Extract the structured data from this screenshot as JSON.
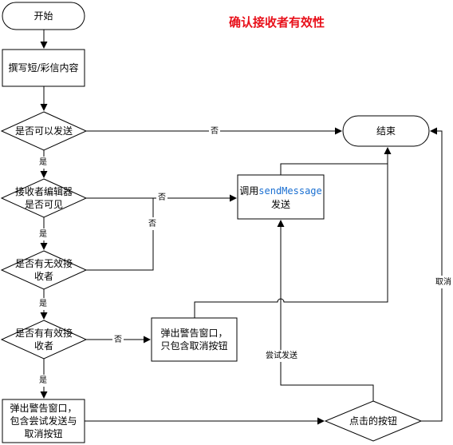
{
  "title": "确认接收者有效性",
  "nodes": {
    "start": "开始",
    "compose": "撰写短/彩信内容",
    "can_send": "是否可以发送",
    "editor_visible_1": "接收者编辑器",
    "editor_visible_2": "是否可见",
    "has_invalid_1": "是否有无效接",
    "has_invalid_2": "收者",
    "has_valid_1": "是否有有效接",
    "has_valid_2": "收者",
    "alert_cancel_1": "弹出警告窗口，",
    "alert_cancel_2": "只包含取消按钮",
    "alert_both_1": "弹出警告窗口，",
    "alert_both_2": "包含尝试发送与",
    "alert_both_3": "取消按钮",
    "clicked": "点击的按钮",
    "call_prefix": "调用",
    "call_method": "sendMessage",
    "call_suffix": "发送",
    "end": "结束"
  },
  "edges": {
    "no": "否",
    "yes": "是",
    "cancel": "取消",
    "try_send": "尝试发送"
  }
}
